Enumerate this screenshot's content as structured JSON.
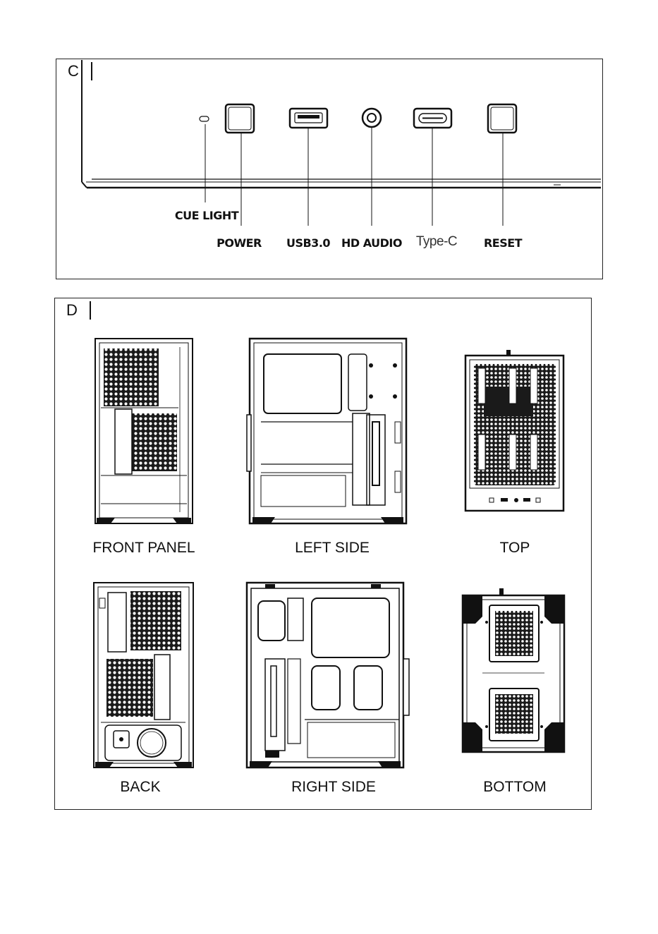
{
  "section_c": {
    "letter": "C",
    "ports": [
      {
        "label": "CUE LIGHT",
        "icon": "cue-light-icon"
      },
      {
        "label": "POWER",
        "icon": "power-button-icon"
      },
      {
        "label": "USB3.0",
        "icon": "usb-port-icon"
      },
      {
        "label": "HD AUDIO",
        "icon": "audio-jack-icon"
      },
      {
        "label": "Type-C",
        "icon": "type-c-port-icon"
      },
      {
        "label": "RESET",
        "icon": "reset-button-icon"
      }
    ]
  },
  "section_d": {
    "letter": "D",
    "views": [
      {
        "label": "FRONT PANEL",
        "icon": "case-front-view-icon"
      },
      {
        "label": "LEFT SIDE",
        "icon": "case-left-side-view-icon"
      },
      {
        "label": "TOP",
        "icon": "case-top-view-icon"
      },
      {
        "label": "BACK",
        "icon": "case-back-view-icon"
      },
      {
        "label": "RIGHT SIDE",
        "icon": "case-right-side-view-icon"
      },
      {
        "label": "BOTTOM",
        "icon": "case-bottom-view-icon"
      }
    ]
  }
}
